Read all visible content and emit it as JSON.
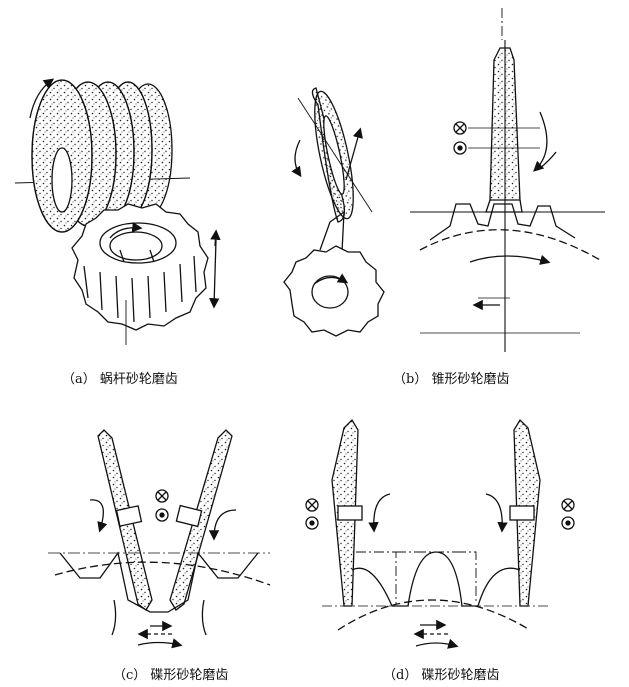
{
  "captions": {
    "a": "（a） 蜗杆砂轮磨齿",
    "b": "（b） 锥形砂轮磨齿",
    "c": "（c） 碟形砂轮磨齿",
    "d": "（d） 碟形砂轮磨齿"
  },
  "colors": {
    "line": "#111111",
    "stipple": "#222222",
    "background": "#ffffff"
  },
  "symbols": {
    "into_page": "cross-circle-icon",
    "out_of_page": "dot-circle-icon"
  }
}
